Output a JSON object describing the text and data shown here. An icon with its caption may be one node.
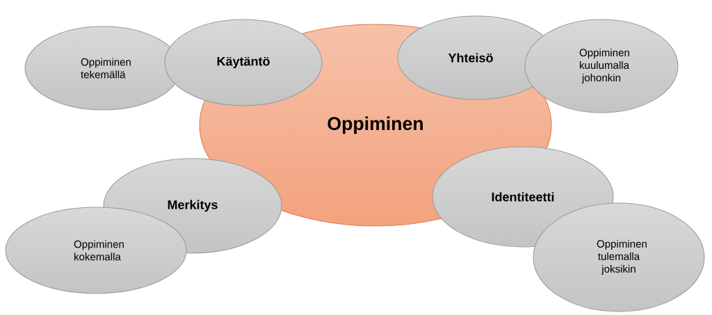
{
  "diagram": {
    "nodes": [
      {
        "text": [
          "Oppiminen"
        ]
      },
      {
        "text": [
          "Käytäntö"
        ]
      },
      {
        "text": [
          "Oppiminen tekemällä"
        ]
      },
      {
        "text": [
          "Yhteisö"
        ]
      },
      {
        "text": [
          "Oppiminen kuulumalla johonkin"
        ]
      },
      {
        "text": [
          "Merkitys"
        ]
      },
      {
        "text": [
          "Oppiminen kokemalla"
        ]
      },
      {
        "text": [
          "Identiteetti"
        ]
      },
      {
        "text": [
          "Oppiminen tulemalla joksikin"
        ]
      }
    ]
  }
}
